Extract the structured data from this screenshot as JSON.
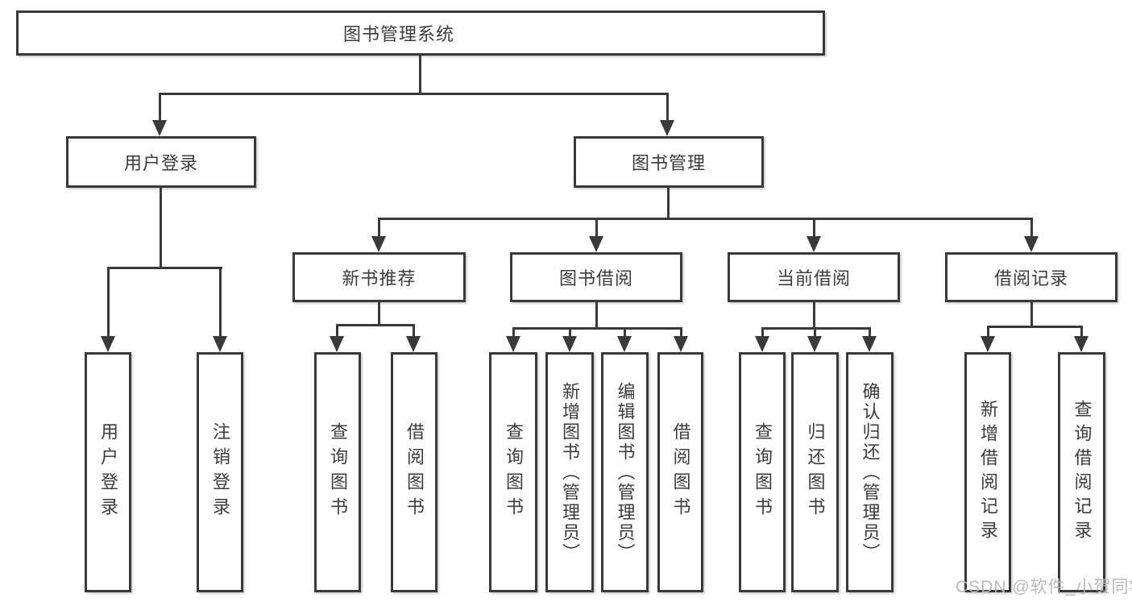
{
  "diagram": {
    "type": "tree",
    "root": {
      "label": "图书管理系统"
    },
    "level2": {
      "user_login": {
        "label": "用户登录"
      },
      "book_management": {
        "label": "图书管理"
      }
    },
    "level3": {
      "new_book_recommend": {
        "label": "新书推荐",
        "parent": "图书管理"
      },
      "book_borrow": {
        "label": "图书借阅",
        "parent": "图书管理"
      },
      "current_borrow": {
        "label": "当前借阅",
        "parent": "图书管理"
      },
      "borrow_records": {
        "label": "借阅记录",
        "parent": "图书管理"
      }
    },
    "leaves": {
      "user_login_leaf": "用户登录",
      "logout": "注销登录",
      "recommend_query_books": "查询图书",
      "recommend_borrow_books": "借阅图书",
      "borrow_query_books": "查询图书",
      "borrow_add_books": "新增图书（管理员）",
      "borrow_edit_books": "编辑图书（管理员）",
      "borrow_borrow_books": "借阅图书",
      "current_query_books": "查询图书",
      "current_return_books": "归还图书",
      "current_confirm_return": "确认归还（管理员）",
      "records_add_record": "新增借阅记录",
      "records_query_record": "查询借阅记录"
    }
  },
  "watermark": "CSDN @软件_小贺同学",
  "colors": {
    "line": "#3a3a3a",
    "text": "#3c3c3c",
    "watermark": "#b5b5b5",
    "background": "#ffffff"
  }
}
